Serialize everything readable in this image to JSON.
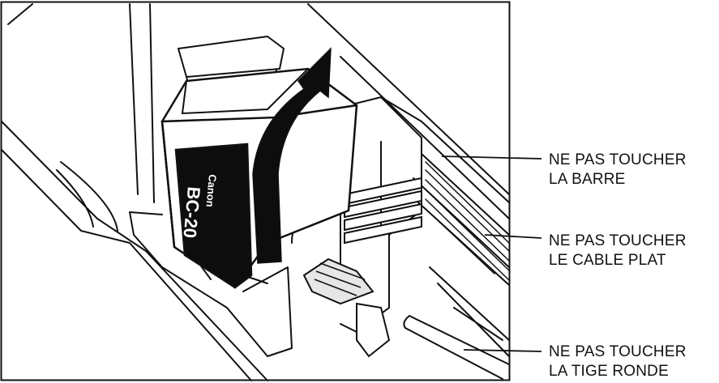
{
  "cartridge": {
    "brand": "Canon",
    "model": "BC-20"
  },
  "callouts": [
    {
      "line1": "NE PAS TOUCHER",
      "line2": "LA BARRE"
    },
    {
      "line1": "NE PAS TOUCHER",
      "line2": "LE CABLE PLAT"
    },
    {
      "line1": "NE PAS TOUCHER",
      "line2": "LA TIGE RONDE"
    }
  ],
  "colors": {
    "ink": "#111111",
    "paper": "#ffffff",
    "shade": "#cfcfcf"
  }
}
